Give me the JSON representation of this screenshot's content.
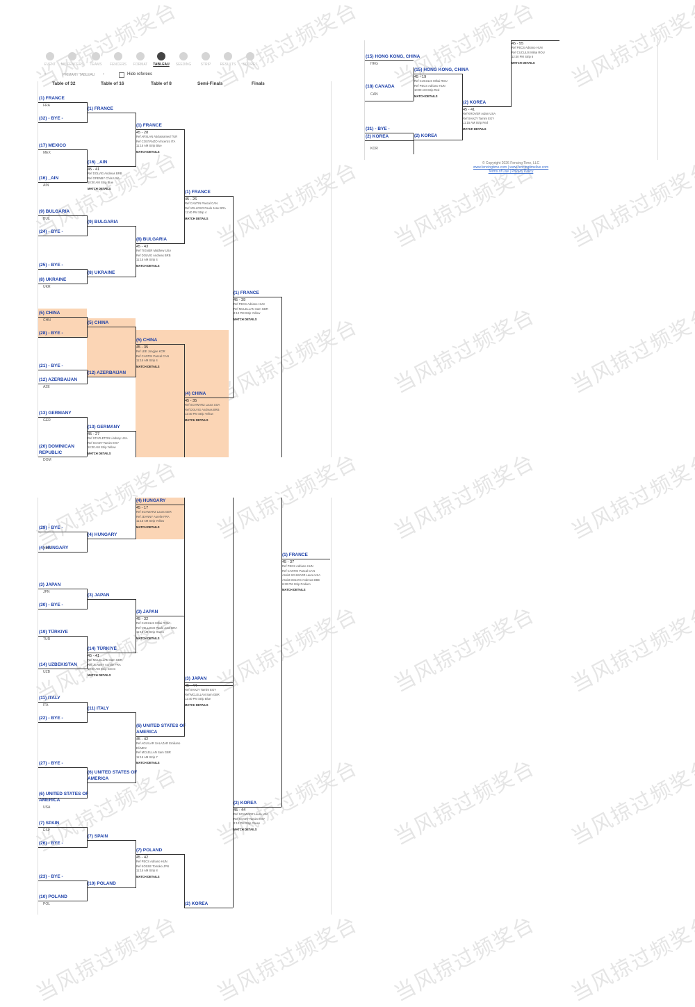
{
  "nav": {
    "items": [
      {
        "label": "EVENT",
        "icon": "calendar-icon"
      },
      {
        "label": "MY FENCERS",
        "icon": "heart-icon"
      },
      {
        "label": "TEAMS",
        "icon": "teams-icon"
      },
      {
        "label": "FENCERS",
        "icon": "person-icon"
      },
      {
        "label": "FORMAT",
        "icon": "info-icon"
      },
      {
        "label": "TABLEAU",
        "icon": "bracket-icon"
      },
      {
        "label": "SEEDING",
        "icon": "list-icon"
      },
      {
        "label": "STRIP",
        "icon": "strip-icon"
      },
      {
        "label": "RESULTS",
        "icon": "trophy-icon"
      },
      {
        "label": "SCORES",
        "icon": "scores-icon"
      }
    ],
    "active": "TABLEAU",
    "tableau_select": "PRIMARY TABLEAU",
    "hide_referees": "Hide referees"
  },
  "headers": [
    "Table of 32",
    "Table of 16",
    "Table of 8",
    "Semi-Finals",
    "Finals"
  ],
  "t32": [
    {
      "name": "(1) FRANCE",
      "cc": "FRA"
    },
    {
      "name": "(32) - BYE -",
      "cc": ""
    },
    {
      "name": "(17) MEXICO",
      "cc": "MEX"
    },
    {
      "name": "(16) _AIN",
      "cc": "AIN"
    },
    {
      "name": "(9) BULGARIA",
      "cc": "BUL"
    },
    {
      "name": "(24) - BYE -",
      "cc": ""
    },
    {
      "name": "(25) - BYE -",
      "cc": ""
    },
    {
      "name": "(8) UKRAINE",
      "cc": "UKR"
    },
    {
      "name": "(5) CHINA",
      "cc": "CHN"
    },
    {
      "name": "(28) - BYE -",
      "cc": ""
    },
    {
      "name": "(21) - BYE -",
      "cc": ""
    },
    {
      "name": "(12) AZERBAIJAN",
      "cc": "AZE"
    },
    {
      "name": "(13) GERMANY",
      "cc": "GER"
    },
    {
      "name": "(20) DOMINICAN REPUBLIC",
      "cc": "DOM"
    },
    {
      "name": "(29) - BYE -",
      "cc": ""
    },
    {
      "name": "(4) HUNGARY",
      "cc": "HUN"
    },
    {
      "name": "(3) JAPAN",
      "cc": "JPN"
    },
    {
      "name": "(30) - BYE -",
      "cc": ""
    },
    {
      "name": "(19) TÜRKIYE",
      "cc": "TUR"
    },
    {
      "name": "(14) UZBEKISTAN",
      "cc": "UZB"
    },
    {
      "name": "(11) ITALY",
      "cc": "ITA"
    },
    {
      "name": "(22) - BYE -",
      "cc": ""
    },
    {
      "name": "(27) - BYE -",
      "cc": ""
    },
    {
      "name": "(6) UNITED STATES OF AMERICA",
      "cc": "USA"
    },
    {
      "name": "(7) SPAIN",
      "cc": "ESP"
    },
    {
      "name": "(26) - BYE -",
      "cc": ""
    },
    {
      "name": "(23) - BYE -",
      "cc": ""
    },
    {
      "name": "(10) POLAND",
      "cc": "POL"
    },
    {
      "name": "(15) HONG KONG, CHINA",
      "cc": "HKG"
    },
    {
      "name": "(18) CANADA",
      "cc": "CAN"
    },
    {
      "name": "(31) - BYE -",
      "cc": ""
    },
    {
      "name": "(2) KOREA",
      "cc": "KOR"
    }
  ],
  "t16": [
    {
      "name": "(1) FRANCE"
    },
    {
      "name": "(16) _AIN",
      "score": "45 - 41",
      "l1": "Ref DOLVIG Andreas    BRB",
      "l2": "Ref OPENBY Chris    USA",
      "l3": "10:00 AM Strip Blue"
    },
    {
      "name": "(9) BULGARIA"
    },
    {
      "name": "(8) UKRAINE"
    },
    {
      "name": "(5) CHINA"
    },
    {
      "name": "(12) AZERBAIJAN"
    },
    {
      "name": "(13) GERMANY",
      "score": "45 - 27",
      "l1": "Ref STAPLETON Lindsay    USA",
      "l2": "Ref SHAZY Tamim    EGY",
      "l3": "10:00 AM Strip Yellow"
    },
    {
      "name": "(4) HUNGARY"
    },
    {
      "name": "(3) JAPAN"
    },
    {
      "name": "(14) TÜRKIYE",
      "score": "45 - 41",
      "l1": "Ref MCLELLAN Sam    GBR",
      "l2": "Ref JEANNY Aurelie    FRA",
      "l3": "10:00 AM Strip Green"
    },
    {
      "name": "(11) ITALY"
    },
    {
      "name": "(6) UNITED STATES OF AMERICA"
    },
    {
      "name": "(7) SPAIN"
    },
    {
      "name": "(10) POLAND"
    },
    {
      "name": "(15) HONG KONG, CHINA",
      "score": "45 - 19",
      "l1": "Ref CUCULIS Mihai    ROU",
      "l2": "Ref PECS Adriano    HUN",
      "l3": "10:00 AM Strip Red"
    },
    {
      "name": "(2) KOREA"
    }
  ],
  "t8": [
    {
      "name": "(1) FRANCE",
      "score": "45 - 28",
      "l1": "Ref ARSLAN Abdussamed    TUR",
      "l2": "Ref COSTANZO Vincenzo    ITA",
      "l3": "11:15 AM Strip Blue"
    },
    {
      "name": "(8) BULGARIA",
      "score": "45 - 43",
      "l1": "Ref TIGNER Matthew    USA",
      "l2": "Ref DOLVIG Andreas    BRB",
      "l3": "11:15 AM Strip 4"
    },
    {
      "name": "(5) CHINA",
      "score": "45 - 35",
      "l1": "Ref LEE Jongjae    KOR",
      "l2": "Ref CANTIN Pascal    CAN",
      "l3": "11:15 AM Strip 4"
    },
    {
      "name": "(4) HUNGARY",
      "score": "45 - 17",
      "l1": "Ref SCHWARZ Laura    GER",
      "l2": "Ref JEANNY Aurelie    FRA",
      "l3": "11:15 AM Strip Yellow"
    },
    {
      "name": "(3) JAPAN",
      "score": "45 - 32",
      "l1": "Ref CUCULIS Mihai    ROU",
      "l2": "Ref VELLOSO Paulo Jose    BRA",
      "l3": "11:15 AM Strip Green"
    },
    {
      "name": "(6) UNITED STATES OF AMERICA",
      "score": "45 - 42",
      "l1": "Ref AGUILAR SALAZAR Emiliano Eli    MEX",
      "l2": "Ref MCLELLAN Sam    GBR",
      "l3": "11:15 AM Strip 7"
    },
    {
      "name": "(7) POLAND",
      "score": "45 - 42",
      "l1": "Ref PECS Adriano    HUN",
      "l2": "Ref KOSSE Tomoko    JPN",
      "l3": "11:15 AM Strip 8"
    },
    {
      "name": "(2) KOREA",
      "score": "45 - 41",
      "l1": "Ref KROVER Adam    USA",
      "l2": "Ref SHAZY Tamim    EGY",
      "l3": "11:15 AM Strip Red"
    }
  ],
  "semis": [
    {
      "name": "(1) FRANCE",
      "score": "45 - 26",
      "l1": "Ref CANTIN Pascal    CAN",
      "l2": "Ref VELLOSO Paulo Jose    BRA",
      "l3": "12:40 PM Strip 4"
    },
    {
      "name": "(4) CHINA",
      "score": "45 - 35",
      "l1": "Ref SCHWARZ Laura    USA",
      "l2": "Ref DOLVIG Andreas    BRB",
      "l3": "12:40 PM Strip Yellow"
    },
    {
      "name": "(3) JAPAN",
      "score": "45 - 44",
      "l1": "Ref SHAZY Tamim    EGY",
      "l2": "Ref MCLELLAN Sam    GBR",
      "l3": "12:40 PM Strip Blue"
    },
    {
      "name": "(2) KOREA",
      "score": "45 - 55",
      "l1": "Ref PECS Adriano    HUN",
      "l2": "Ref CUCULIS Mihai    ROU",
      "l3": "12:40 PM Strip 6"
    }
  ],
  "finals": [
    {
      "name": "(1) FRANCE",
      "score": "45 - 39",
      "l1": "Ref PECS Adriano    HUN",
      "l2": "Ref MCLELLAN Sam    GBR",
      "l3": "2:10 PM Strip Yellow"
    },
    {
      "name": "(2) KOREA",
      "score": "45 - 44",
      "l1": "Ref SCHWARZ Laura    USA",
      "l2": "Ref SHAZY Tamim    EGY",
      "l3": "2:10 PM Strip Green"
    }
  ],
  "champion": {
    "name": "(1) FRANCE",
    "score": "45 - 37",
    "l1": "Ref PECS Adriano    HUN",
    "l2": "Ref CANTIN Pascal    CAN",
    "l3": "Assist SCHWARZ Laura    USA",
    "l4": "Assist DOLVIG Andreas    DBE",
    "l5": "6:30 PM Strip Podium"
  },
  "match_details": "MATCH DETAILS",
  "footer": {
    "copyright": "© Copyright 2026 Fencing Time, LLC",
    "links": "www.fencingtime.com | www.fencingtimelive.com",
    "policy": "Terms of Use | Privacy Policy"
  },
  "watermark": "当风掠过频奖台"
}
